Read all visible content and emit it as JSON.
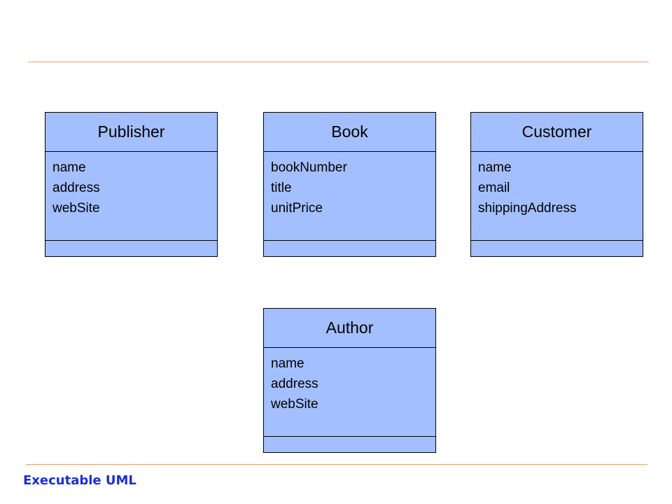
{
  "classes": [
    {
      "name": "Publisher",
      "attributes": [
        "name",
        "address",
        "webSite"
      ]
    },
    {
      "name": "Book",
      "attributes": [
        "bookNumber",
        "title",
        "unitPrice"
      ]
    },
    {
      "name": "Customer",
      "attributes": [
        "name",
        "email",
        "shippingAddress"
      ]
    },
    {
      "name": "Author",
      "attributes": [
        "name",
        "address",
        "webSite"
      ]
    }
  ],
  "footer": {
    "title": "Executable UML"
  },
  "colors": {
    "class_fill": "#a4bffe",
    "rule": "#e8a070",
    "footer_text": "#1a2dd6"
  }
}
